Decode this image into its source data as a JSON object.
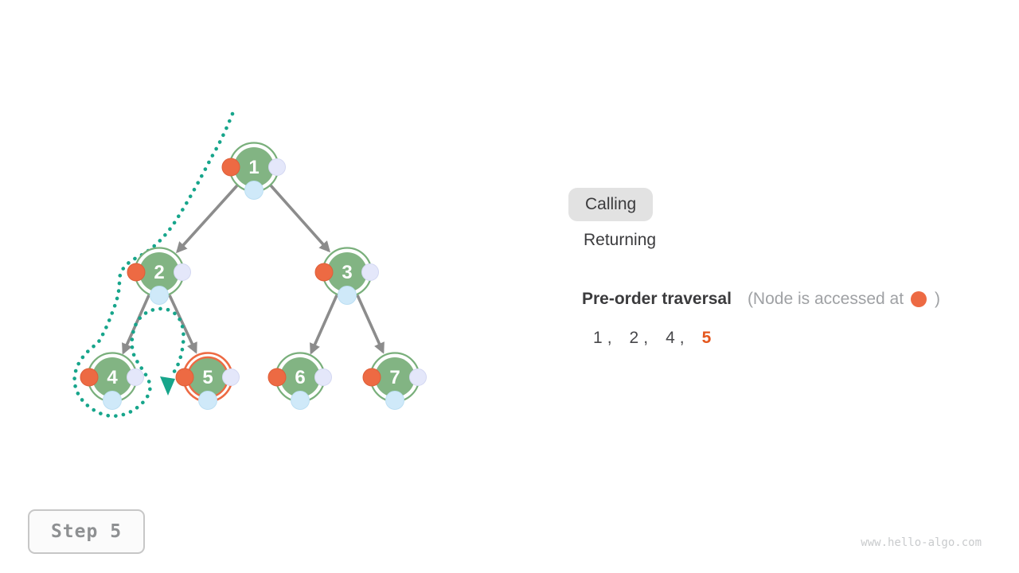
{
  "figure": {
    "type": "binary-tree-preorder-traversal-animation-frame"
  },
  "colors": {
    "node_green": "#82B483",
    "ring_green": "#79AF7B",
    "accent_orange": "#ED6A43",
    "deep_orange_text": "#E4571E",
    "teal": "#17A58B",
    "lavender": "#E4E7FA",
    "lavender_border": "#D3D7F2",
    "light_blue": "#CFE9F9",
    "light_blue_border": "#BCDFF3",
    "arrow_gray": "#8C8C8C",
    "text_dark": "#3B3B3D",
    "text_gray": "#9FA1A4",
    "chip_bg": "#E2E2E2",
    "step_text": "#8E9092",
    "step_border": "#C7C7C7",
    "url_gray": "#C9CBCD"
  },
  "legend": {
    "calling_label": "Calling",
    "returning_label": "Returning",
    "active_state": "Calling"
  },
  "traversal": {
    "title": "Pre-order traversal",
    "note_open": "(Node is accessed at",
    "note_close": ")",
    "separator": ",",
    "visited": [
      "1",
      "2",
      "4"
    ],
    "current": "5"
  },
  "tree": {
    "nodes": [
      {
        "label": "1"
      },
      {
        "label": "2"
      },
      {
        "label": "3"
      },
      {
        "label": "4"
      },
      {
        "label": "5"
      },
      {
        "label": "6"
      },
      {
        "label": "7"
      }
    ],
    "edges": [
      "1-2",
      "1-3",
      "2-4",
      "2-5",
      "3-6",
      "3-7"
    ],
    "current_node": "5"
  },
  "step_indicator": {
    "label": "Step 5"
  },
  "footer": {
    "website": "www.hello-algo.com"
  }
}
